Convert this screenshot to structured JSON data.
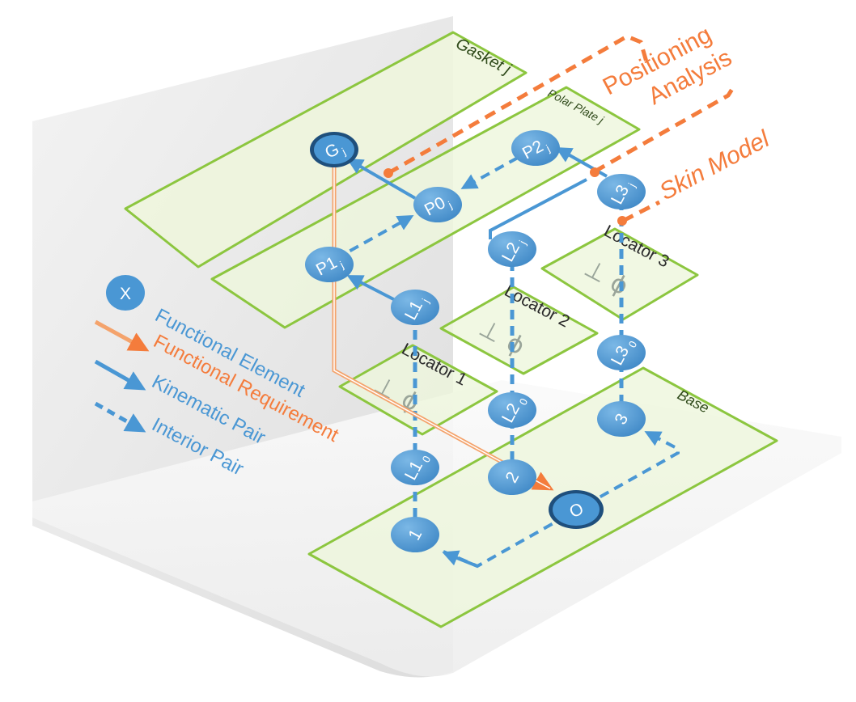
{
  "plates": {
    "gasket": "Gasket j",
    "polar_plate": "Polar Plate j",
    "base": "Base",
    "locator1": "Locator 1",
    "locator2": "Locator 2",
    "locator3": "Locator 3"
  },
  "nodes": {
    "G": {
      "main": "G",
      "sub": "j"
    },
    "P2": {
      "main": "P2",
      "sub": "j"
    },
    "P0": {
      "main": "P0",
      "sub": "j"
    },
    "P1": {
      "main": "P1",
      "sub": "j"
    },
    "L3": {
      "main": "L3",
      "sub": "j"
    },
    "L2": {
      "main": "L2",
      "sub": "j"
    },
    "L1": {
      "main": "L1",
      "sub": "j"
    },
    "L30": {
      "main": "L3",
      "sub": "0"
    },
    "L20": {
      "main": "L2",
      "sub": "0"
    },
    "L10": {
      "main": "L1",
      "sub": "0"
    },
    "n3": {
      "main": "3",
      "sub": ""
    },
    "n2": {
      "main": "2",
      "sub": ""
    },
    "n1": {
      "main": "1",
      "sub": ""
    },
    "O": {
      "main": "O",
      "sub": ""
    }
  },
  "symbols": {
    "perp": "⊥",
    "slash_o": "ϕ"
  },
  "legend": {
    "marker": "X",
    "functional_element": "Functional Element",
    "functional_requirement": "Functional Requirement",
    "kinematic_pair": "Kinematic Pair",
    "interior_pair": "Interior Pair"
  },
  "annotations": {
    "positioning_line1": "Positioning",
    "positioning_line2": "Analysis",
    "skin_model": "Skin Model"
  },
  "colors": {
    "blue": "#4a97d4",
    "dark_node": "#1f4f7c",
    "orange": "#f47c3c",
    "plate_fill": "#eef6dc",
    "plate_stroke": "#8cc63f"
  }
}
